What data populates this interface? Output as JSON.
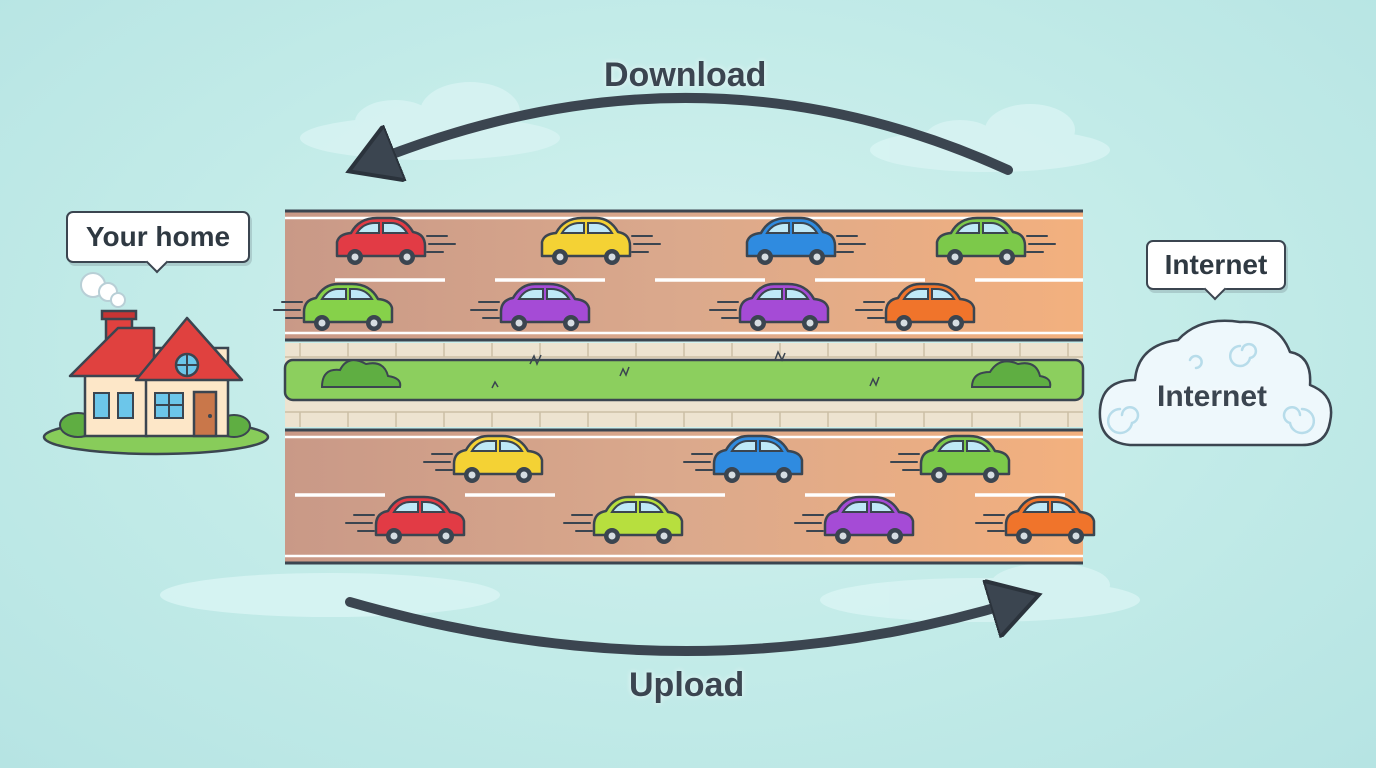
{
  "labels": {
    "download": "Download",
    "upload": "Upload",
    "home": "Your home",
    "internet_bubble": "Internet",
    "internet_cloud": "Internet"
  },
  "colors": {
    "background": "#c2ebe8",
    "road": "#d9a37f",
    "median_grass": "#8ccf5e",
    "arrow": "#3b4550",
    "house_roof": "#e0413f",
    "house_wall": "#fde7c8",
    "cloud": "#eef8fc"
  },
  "icons": [
    "house-icon",
    "cloud-icon",
    "car-icon",
    "arrow-icon",
    "bush-icon"
  ],
  "cars": {
    "download_lanes": [
      [
        "#e23b45",
        "#f4d234",
        "#2f8be0",
        "#7cc94a"
      ],
      [
        "#86d14a",
        "#a54bd6",
        "#a54bd6",
        "#f0742b"
      ]
    ],
    "upload_lanes": [
      [
        "#f4d234",
        "#2f8be0",
        "#7cc94a"
      ],
      [
        "#e23b45",
        "#b7df3e",
        "#a54bd6",
        "#f0742b"
      ]
    ]
  }
}
